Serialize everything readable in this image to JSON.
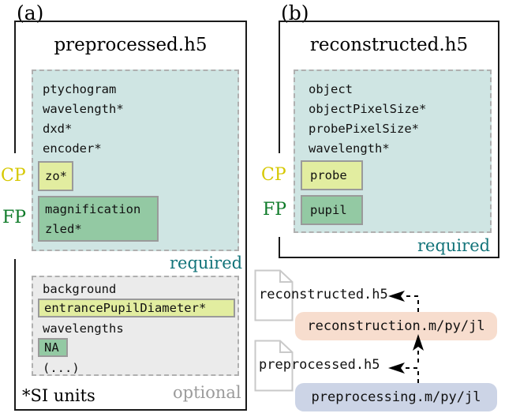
{
  "figure": {
    "panels": [
      {
        "letter": "(a)",
        "title": "preprocessed.h5"
      },
      {
        "letter": "(b)",
        "title": "reconstructed.h5"
      }
    ],
    "captions": {
      "required": "required",
      "optional": "optional"
    },
    "side_labels": {
      "cp": "CP",
      "fp": "FP"
    },
    "colors": {
      "required_group_fill": "#cfe5e3",
      "optional_group_fill": "#ebebeb",
      "cp_highlight_fill": "#e2eda0",
      "fp_highlight_fill": "#93c9a3",
      "cp_label": "#d6c800",
      "fp_label": "#0e7a28",
      "required_caption": "#13747a",
      "optional_caption": "#9b9b9b",
      "reconstruction_pill": "#f7ddce",
      "preprocessing_pill": "#ccd4e6",
      "dash_border": "#b0b0b0",
      "keybox_border": "#9a9a9a"
    },
    "footnote": "*SI units"
  },
  "panel_a": {
    "letter": "(a)",
    "title": "preprocessed.h5",
    "required": {
      "caption": "required",
      "plain_entries": [
        "ptychogram",
        "wavelength*",
        "dxd*",
        "encoder*"
      ],
      "cp_box": {
        "label": "CP",
        "entries": [
          "zo*"
        ]
      },
      "fp_box": {
        "label": "FP",
        "entries": [
          "magnification",
          "zled*"
        ]
      }
    },
    "optional": {
      "caption": "optional",
      "entries": [
        {
          "text": "background",
          "highlight": "none"
        },
        {
          "text": "entrancePupilDiameter*",
          "highlight": "cp"
        },
        {
          "text": "wavelengths",
          "highlight": "none"
        },
        {
          "text": "NA",
          "highlight": "fp"
        },
        {
          "text": "(...)",
          "highlight": "none"
        }
      ]
    },
    "footnote": "*SI units"
  },
  "panel_b": {
    "letter": "(b)",
    "title": "reconstructed.h5",
    "required": {
      "caption": "required",
      "plain_entries": [
        "object",
        "objectPixelSize*",
        "probePixelSize*",
        "wavelength*"
      ],
      "cp_box": {
        "label": "CP",
        "entries": [
          "probe"
        ]
      },
      "fp_box": {
        "label": "FP",
        "entries": [
          "pupil"
        ]
      }
    }
  },
  "flow": {
    "files": [
      {
        "name": "reconstructed.h5",
        "icon": "file-document-icon"
      },
      {
        "name": "preprocessed.h5",
        "icon": "file-document-icon"
      }
    ],
    "scripts": [
      {
        "name": "reconstruction.m/py/jl",
        "style": "pill-recon"
      },
      {
        "name": "preprocessing.m/py/jl",
        "style": "pill-prep"
      }
    ],
    "arrows": [
      {
        "from": "preprocessing.m/py/jl",
        "to": "preprocessed.h5"
      },
      {
        "from": "preprocessed.h5",
        "to": "reconstruction.m/py/jl"
      },
      {
        "from": "reconstruction.m/py/jl",
        "to": "reconstructed.h5"
      }
    ]
  }
}
